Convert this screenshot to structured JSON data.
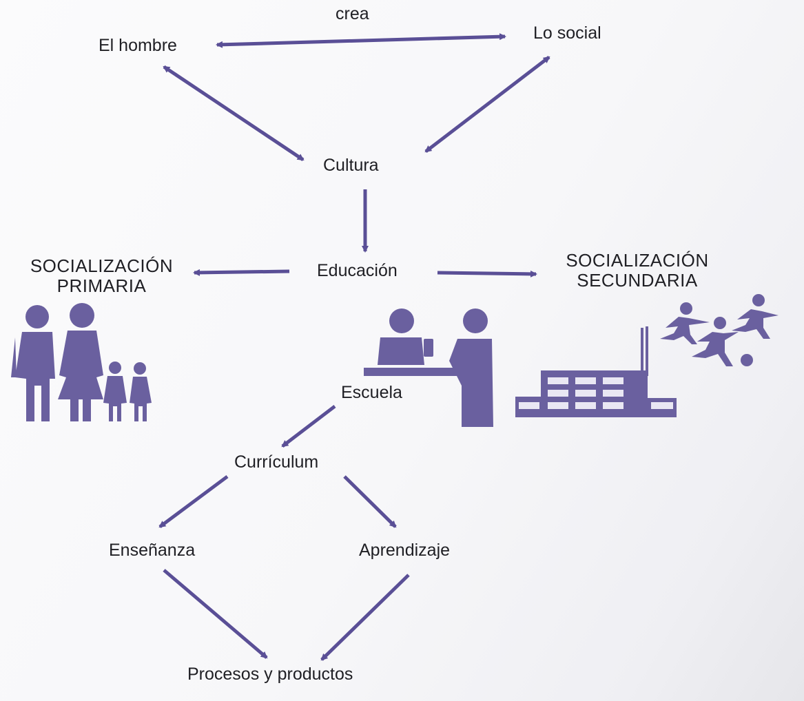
{
  "diagram": {
    "nodes": {
      "el_hombre": "El hombre",
      "lo_social": "Lo social",
      "crea": "crea",
      "cultura": "Cultura",
      "educacion": "Educación",
      "soc_primaria_1": "SOCIALIZACIÓN",
      "soc_primaria_2": "PRIMARIA",
      "soc_secundaria_1": "SOCIALIZACIÓN",
      "soc_secundaria_2": "SECUNDARIA",
      "escuela": "Escuela",
      "curriculum": "Currículum",
      "ensenanza": "Enseñanza",
      "aprendizaje": "Aprendizaje",
      "procesos": "Procesos y productos"
    },
    "icons": {
      "family": "family-icon",
      "school_desk": "school-desk-icon",
      "factory": "factory-icon",
      "runners": "runners-icon"
    },
    "colors": {
      "arrow": "#5a4f96",
      "icon": "#6a609f",
      "text": "#1f1f24"
    }
  }
}
